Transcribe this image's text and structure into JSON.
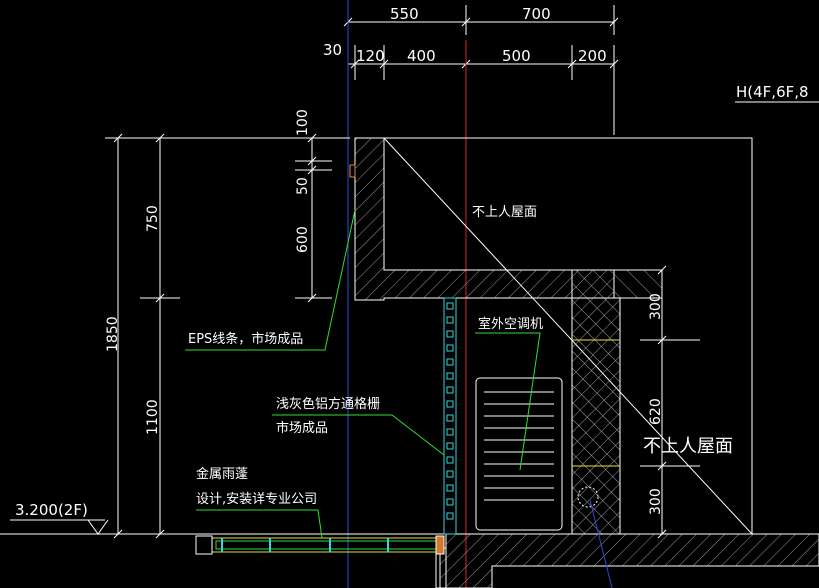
{
  "dimensions_top": {
    "row1": [
      "550",
      "700"
    ],
    "row2_prefix": "30",
    "row2": [
      "120",
      "400",
      "500",
      "200"
    ]
  },
  "dimensions_left": {
    "outer": "1850",
    "mid": [
      "750",
      "1100"
    ],
    "inner": [
      "100",
      "50",
      "600"
    ]
  },
  "dimensions_right": [
    "300",
    "620",
    "300"
  ],
  "level_tag": "H(4F,6F,8",
  "elevation_mark": "3.200(2F)",
  "labels": {
    "roof_top": "不上人屋面",
    "roof_right": "不上人屋面",
    "ac_unit": "室外空调机",
    "eps": "EPS线条，市场成品",
    "grille_line1": "浅灰色铝方通格栅",
    "grille_line2": "市场成品",
    "canopy_line1": "金属雨蓬",
    "canopy_line2": "设计,安装详专业公司"
  },
  "colors": {
    "background": "#000000",
    "dimension_lines": "#ffffff",
    "axis_blue": "#2c4fd8",
    "axis_red": "#e02020",
    "leader_green": "#2ee02e",
    "grille_cyan": "#35d6e0",
    "canopy_orange": "#d07a2a"
  }
}
